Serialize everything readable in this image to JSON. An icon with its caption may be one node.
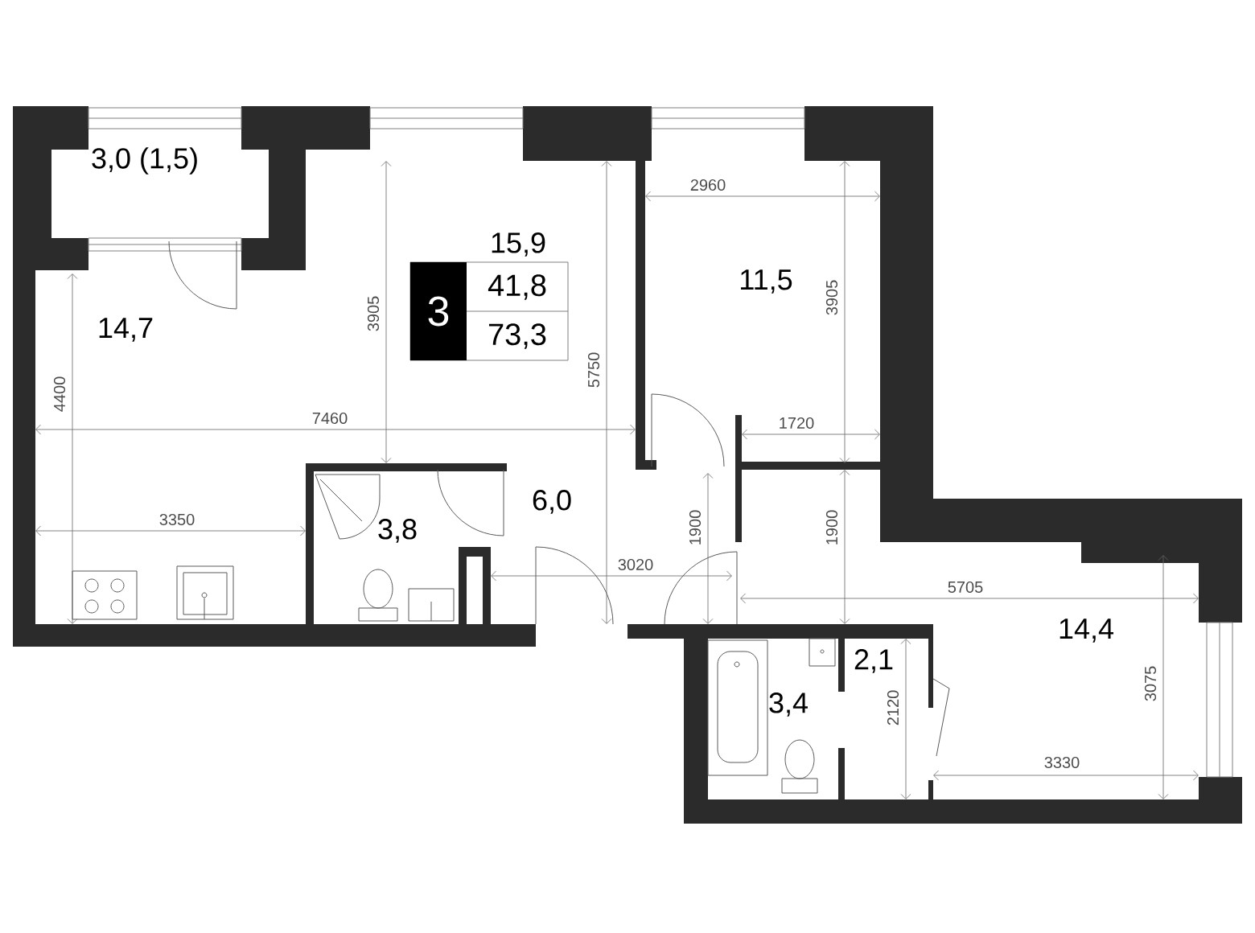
{
  "diagram": {
    "nodes": [
      {
        "text": [
          "3",
          "41,8",
          "73,3"
        ]
      }
    ],
    "labels": [
      "3,0 (1,5)",
      "15,9",
      "2960",
      "11,5",
      "14,7",
      "3905",
      "3905",
      "5750",
      "4400",
      "7460",
      "1720",
      "1900",
      "1900",
      "3350",
      "3,8",
      "6,0",
      "3020",
      "5705",
      "14,4",
      "2,1",
      "3,4",
      "2120",
      "3075",
      "3330"
    ]
  }
}
